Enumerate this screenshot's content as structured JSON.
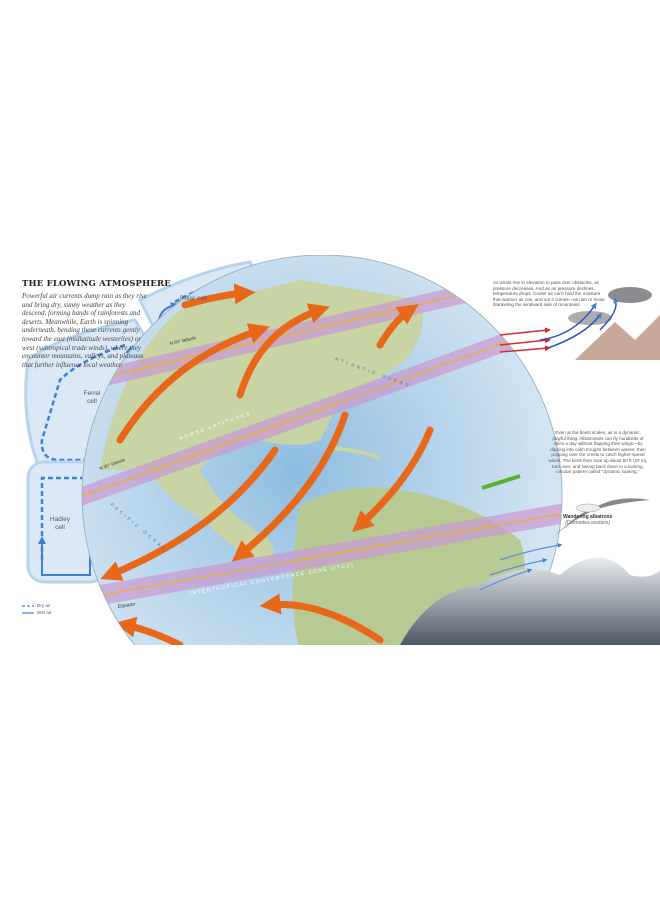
{
  "title": "THE FLOWING ATMOSPHERE",
  "intro": "Powerful air currents dump rain as they rise and bring dry, sunny weather as they descend, forming bands of rainforests and deserts. Meanwhile, Earth is spinning underneath, bending these currents gently toward the east (midlatitude westerlies) or west (subtropical trade winds), where they encounter mountains, valleys, and plateaus that further influence local weather.",
  "cells": {
    "polar": "Polar cell",
    "ferrel": "Ferrel cell",
    "hadley": "Hadley cell"
  },
  "legend": [
    {
      "label": "Dry air",
      "style": "dashed"
    },
    {
      "label": "Wet air",
      "style": "solid"
    }
  ],
  "globe_labels": {
    "n60": "N 60° latitude",
    "n30": "N 30° latitude",
    "horse": "HORSE LATITUDES",
    "itcz": "INTERTROPICAL CONVERGENCE ZONE (ITCZ)",
    "equator": "Equator",
    "atlantic": "ATLANTIC OCEAN",
    "pacific": "PACIFIC OCEAN"
  },
  "mountain_note": "As winds rise in elevation to pass over obstacles, air pressure decreases. And as air pressure declines, temperature drops. Cooler air can't hold the moisture that warmer air can, and out it comes—as rain or snow blanketing the windward side of mountains.",
  "albatross_note": "Even at the finest scales, air is a dynamic, playful thing. Albatrosses can fly hundreds of miles a day without flapping their wings—by dipping into calm troughs between waves, then popping over the crests to catch higher-speed winds. The birds then soar up about 60 ft (20 m), turn over, and swoop back down in a tacking, circular pattern called \"dynamic soaring.\"",
  "albatross_caption": {
    "name": "Wandering albatross",
    "latin": "(Diomedea exulans)"
  },
  "colors": {
    "wind_arrow": "#e8681a",
    "band": "#c99bd0",
    "latitude_line": "#f0b400",
    "cell_dry": "#3f7fd0",
    "ocean": "#b7d6ec",
    "land": "#c9d4a0"
  }
}
